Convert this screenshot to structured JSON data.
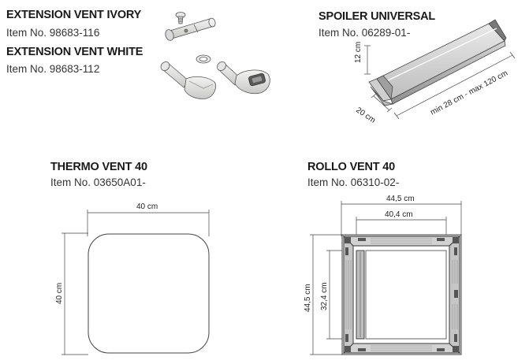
{
  "products": [
    {
      "title": "EXTENSION VENT IVORY",
      "item": "Item No. 98683-116"
    },
    {
      "title": "EXTENSION VENT WHITE",
      "item": "Item No. 98683-112"
    },
    {
      "title": "SPOILER UNIVERSAL",
      "item": "Item No. 06289-01-"
    },
    {
      "title": "THERMO VENT 40",
      "item": "Item No. 03650A01-"
    },
    {
      "title": "ROLLO VENT 40",
      "item": "Item No. 06310-02-"
    }
  ],
  "dimensions": {
    "spoiler": {
      "height": "12 cm",
      "depth": "20 cm",
      "length": "min 28 cm - max 120 cm"
    },
    "thermo": {
      "width": "40 cm",
      "height": "40 cm"
    },
    "rollo": {
      "outer_width": "44,5 cm",
      "inner_width": "40,4 cm",
      "outer_height": "44,5 cm",
      "inner_height": "32,4 cm"
    }
  }
}
